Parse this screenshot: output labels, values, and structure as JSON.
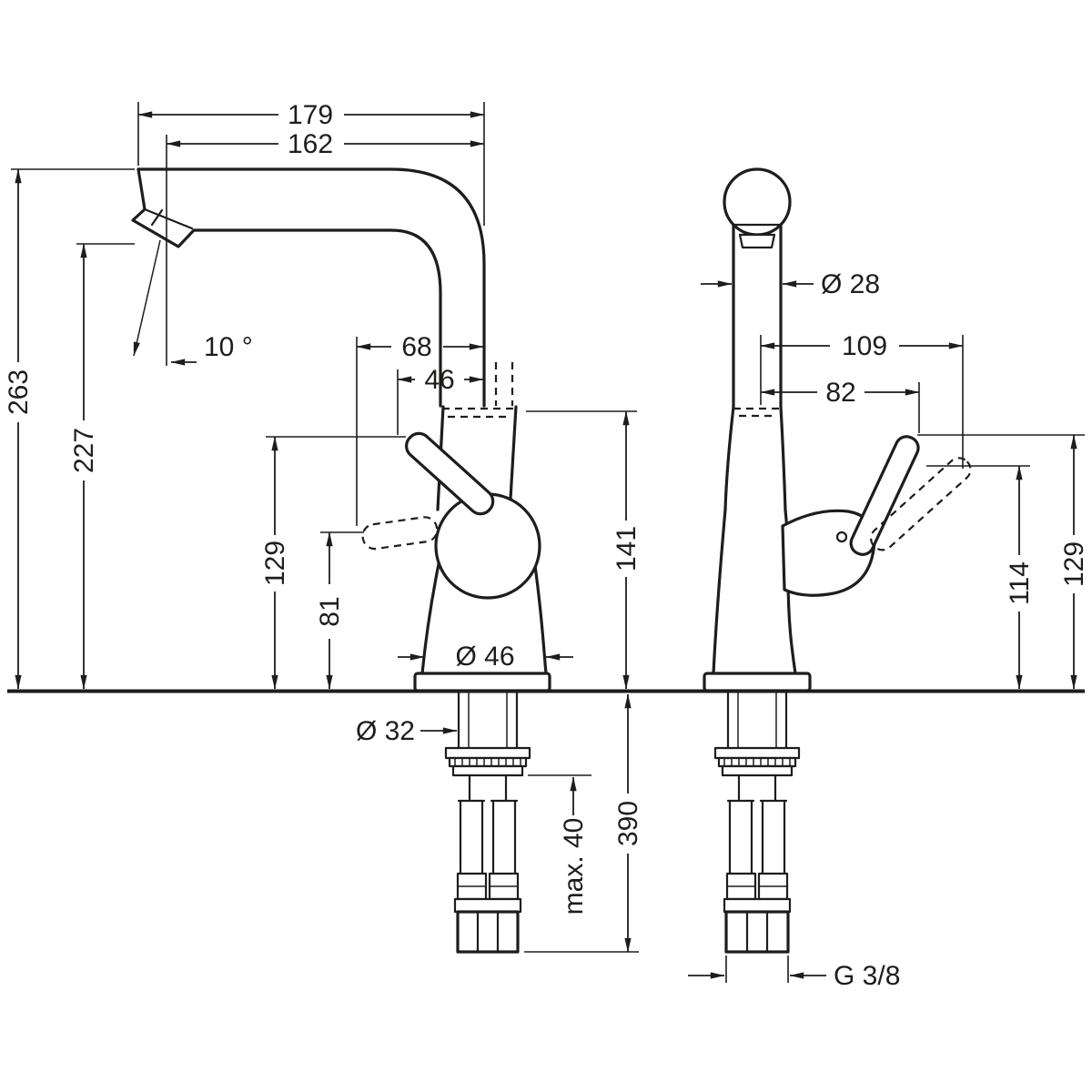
{
  "drawing": {
    "type": "faucet-installation-dimension-drawing",
    "line_color": "#1d1d1b",
    "background": "#ffffff",
    "dims": {
      "spout_reach": "179",
      "spout_reach_inner": "162",
      "spray_angle": "10 °",
      "total_height": "263",
      "outlet_height": "227",
      "handle_offset": "68",
      "handle_offset_inner": "46",
      "handle_height_side": "129",
      "handle_low_height": "81",
      "body_height": "141",
      "base_diameter": "Ø 46",
      "shank_diameter": "Ø 32",
      "max_counter_thickness": "max. 40",
      "hose_length": "390",
      "column_diameter": "Ø 28",
      "handle_reach": "109",
      "handle_reach_inner": "82",
      "handle_height_low_front": "114",
      "handle_height_front": "129",
      "thread_size": "G 3/8"
    }
  }
}
